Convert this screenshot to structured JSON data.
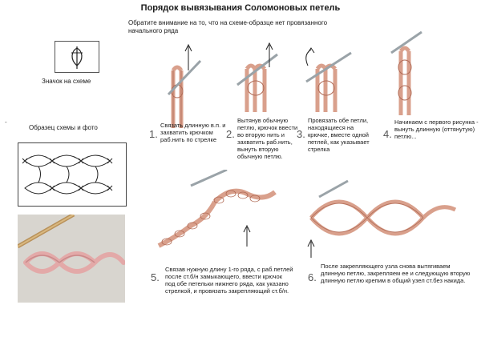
{
  "title": "Порядок вывязывания Соломоновых петель",
  "note": "Обратите внимание  на то, что на схеме-образце нет провязанного начального ряда",
  "symbol_caption": "Значок на схеме",
  "sample_caption": "Образец схемы и фото",
  "dash": "-",
  "steps": [
    {
      "num": "1.",
      "text": "Связать длинную  в.п. и захватить крючком раб.нить по стрелке"
    },
    {
      "num": "2.",
      "text": "Вытянув обычную петлю, крючок ввести во вторую нить и  захватить раб.нить, вынуть вторую обычную петлю."
    },
    {
      "num": "3.",
      "text": "Провязать обе петли, находящиеся на крючке, вместе одной петлей, как указывает стрелка"
    },
    {
      "num": "4.",
      "text": "Начинаем с первого рисунка - вынуть  длинную (оттянутую) петлю..."
    },
    {
      "num": "5.",
      "text": "Связав нужную длину 1-го ряда, с раб.петлей после ст.б/н замыкающего, ввести крючок под обе петельки нижнего ряда, как указано стрелкой, и провязать закрепляющий ст.б/н."
    },
    {
      "num": "6.",
      "text": "После закрепляющего узла снова вытягиваем длинную петлю, закрепляем ее и следующую вторую длинную петлю крепим в общий узел ст.без накида."
    }
  ],
  "colors": {
    "yarn": "#d9a08c",
    "yarn_dark": "#b06a55",
    "hook": "#9aa3a8",
    "photo_yarn": "#e3a9a8",
    "photo_bg": "#d8d5cf"
  }
}
